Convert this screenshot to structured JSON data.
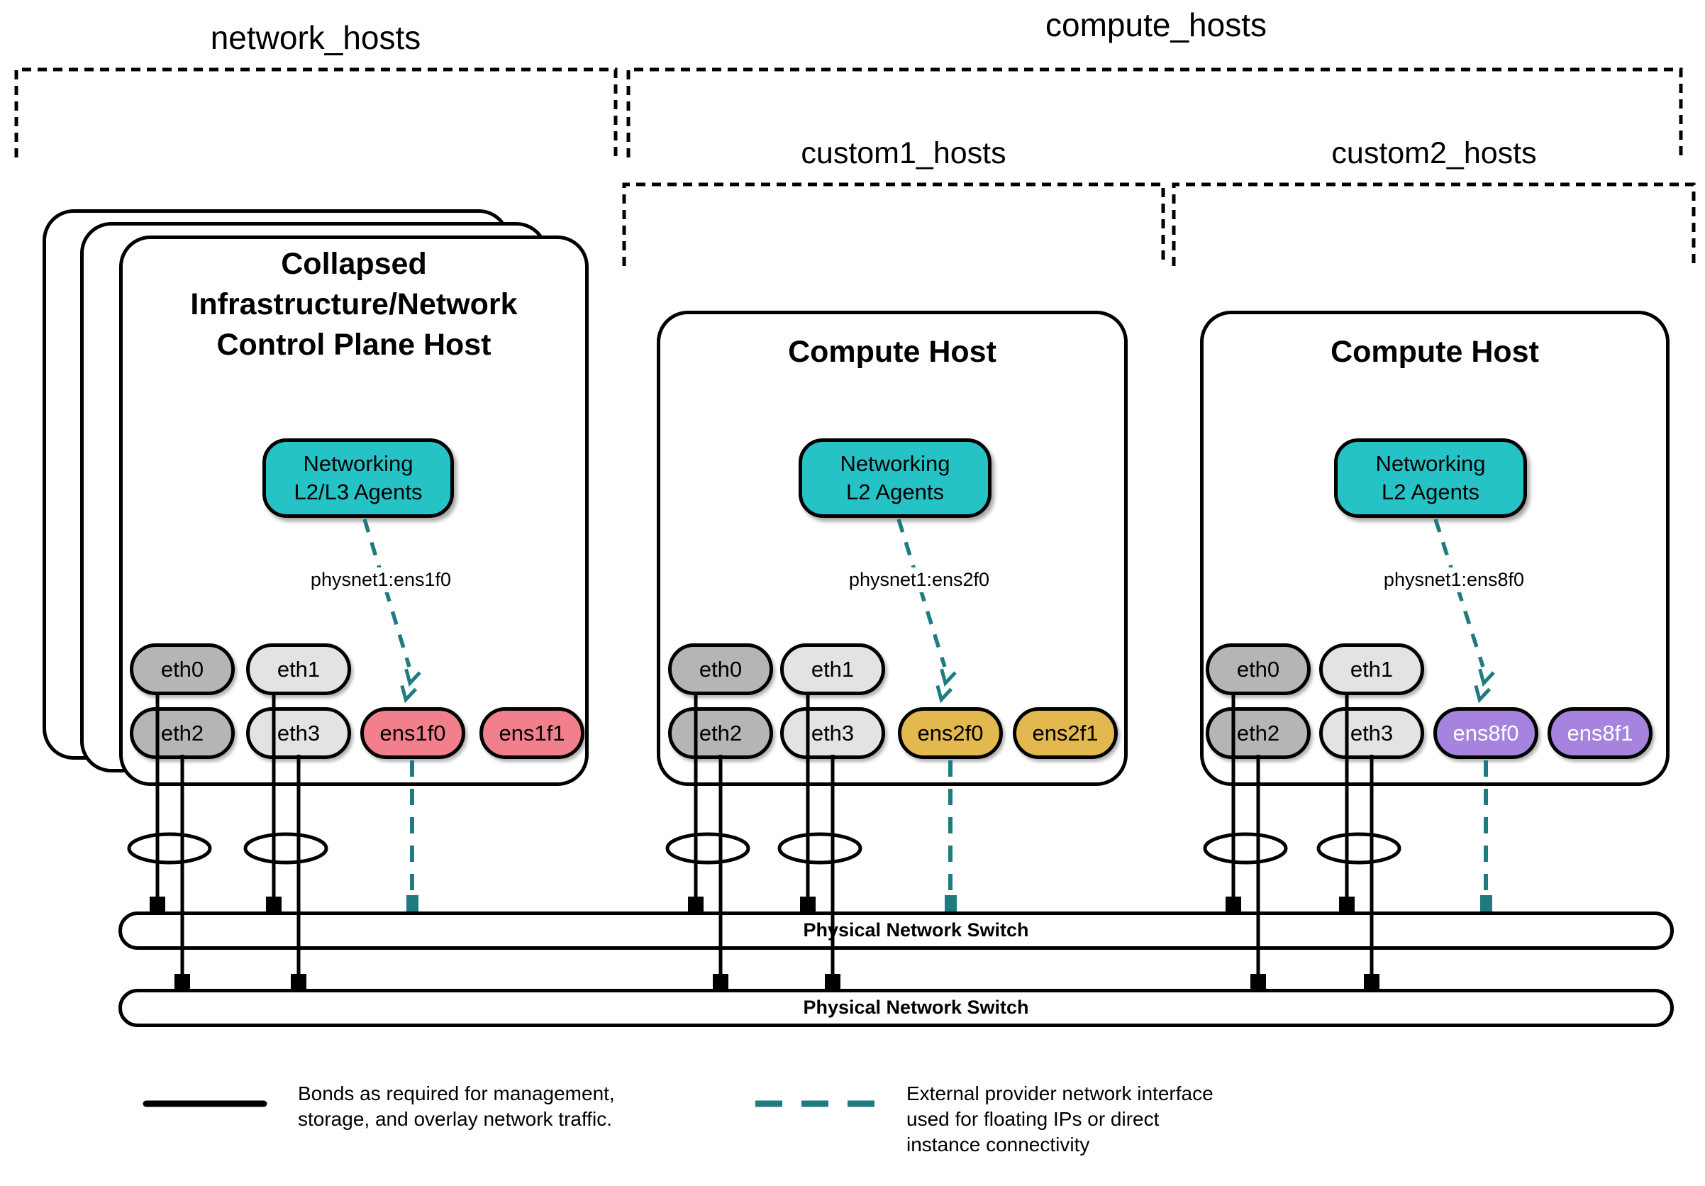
{
  "colors": {
    "teal_fill": "#25c3c6",
    "teal_dark": "#1f7b80",
    "pink": "#f2808c",
    "gold": "#e3b94f",
    "purple": "#a583de",
    "gray_dark": "#b5b5b5",
    "gray_light": "#e3e3e3"
  },
  "groups": {
    "network": "network_hosts",
    "compute": "compute_hosts",
    "custom1": "custom1_hosts",
    "custom2": "custom2_hosts"
  },
  "hosts": [
    {
      "title_line1": "Collapsed",
      "title_line2": "Infrastructure/Network",
      "title_line3": "Control Plane Host",
      "agent_line1": "Networking",
      "agent_line2": "L2/L3 Agents",
      "physnet": "physnet1:ens1f0",
      "nics": [
        "eth0",
        "eth1",
        "eth2",
        "eth3",
        "ens1f0",
        "ens1f1"
      ]
    },
    {
      "title": "Compute Host",
      "agent_line1": "Networking",
      "agent_line2": "L2 Agents",
      "physnet": "physnet1:ens2f0",
      "nics": [
        "eth0",
        "eth1",
        "eth2",
        "eth3",
        "ens2f0",
        "ens2f1"
      ]
    },
    {
      "title": "Compute Host",
      "agent_line1": "Networking",
      "agent_line2": "L2 Agents",
      "physnet": "physnet1:ens8f0",
      "nics": [
        "eth0",
        "eth1",
        "eth2",
        "eth3",
        "ens8f0",
        "ens8f1"
      ]
    }
  ],
  "switches": [
    {
      "label": "Physical Network Switch"
    },
    {
      "label": "Physical Network Switch"
    }
  ],
  "legend": {
    "bond_line1": "Bonds as required for management,",
    "bond_line2": "storage, and overlay network traffic.",
    "provider_line1": "External provider network interface",
    "provider_line2": "used for floating IPs or direct",
    "provider_line3": "instance connectivity"
  }
}
